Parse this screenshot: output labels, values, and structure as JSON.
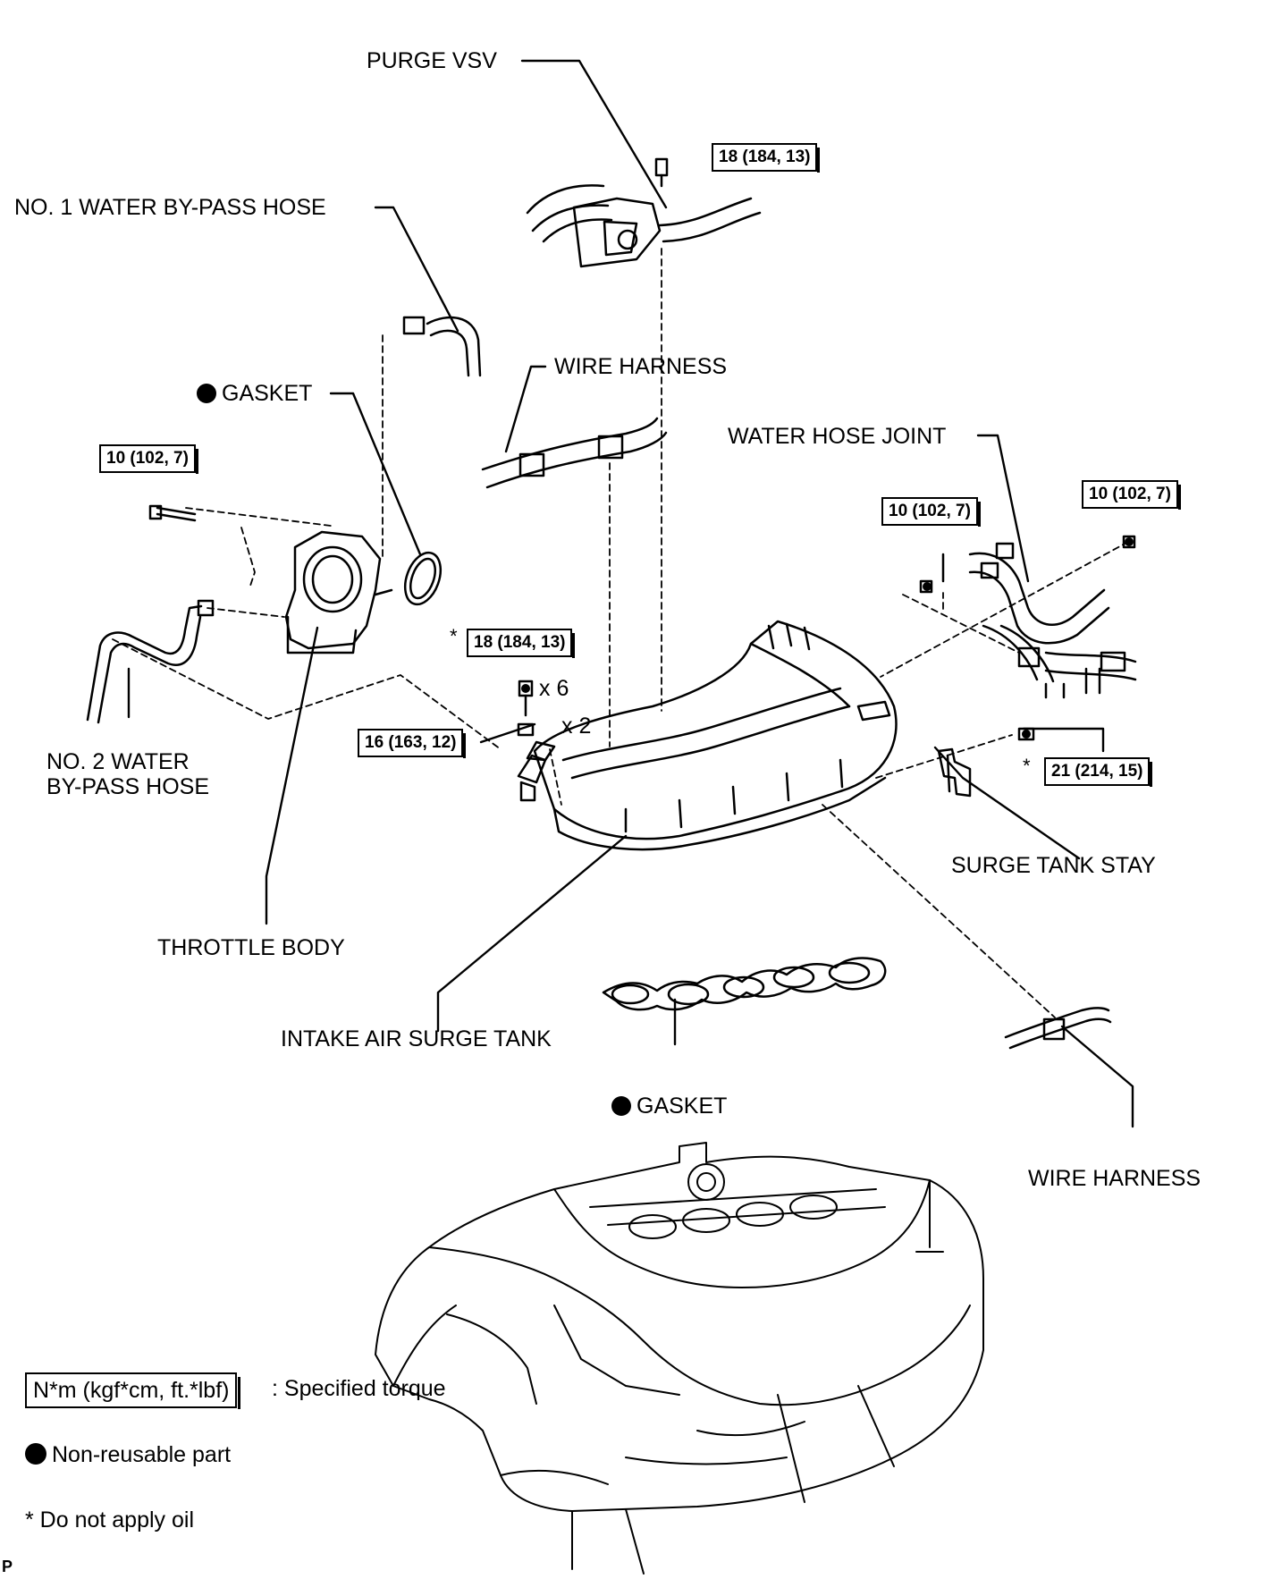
{
  "labels": {
    "purge_vsv": "PURGE VSV",
    "no1_water_bypass_hose": "NO. 1 WATER BY-PASS HOSE",
    "gasket_top": "GASKET",
    "wire_harness_top": "WIRE HARNESS",
    "water_hose_joint": "WATER HOSE JOINT",
    "no2_water_bypass_hose": "NO. 2 WATER\nBY-PASS HOSE",
    "throttle_body": "THROTTLE BODY",
    "surge_tank_stay": "SURGE TANK STAY",
    "intake_air_surge_tank": "INTAKE AIR SURGE TANK",
    "gasket_bottom": "GASKET",
    "wire_harness_bottom": "WIRE HARNESS"
  },
  "torques": {
    "purge_vsv_bolt": "18 (184, 13)",
    "throttle_body_bolt": "10 (102, 7)",
    "water_hose_joint_left": "10 (102, 7)",
    "water_hose_joint_right": "10 (102, 7)",
    "surge_tank_bolt": "18 (184, 13)",
    "surge_tank_nut": "16 (163, 12)",
    "surge_tank_stay_bolt": "21 (214, 15)"
  },
  "markers": {
    "star": "*",
    "qty_bolts": "x 6",
    "qty_nuts": "x 2"
  },
  "legend": {
    "torque_box": "N*m (kgf*cm, ft.*lbf)",
    "torque_text": ": Specified torque",
    "nonreusable_text": "Non-reusable part",
    "no_oil_text": "* Do not apply oil"
  },
  "corner_letter": "P"
}
